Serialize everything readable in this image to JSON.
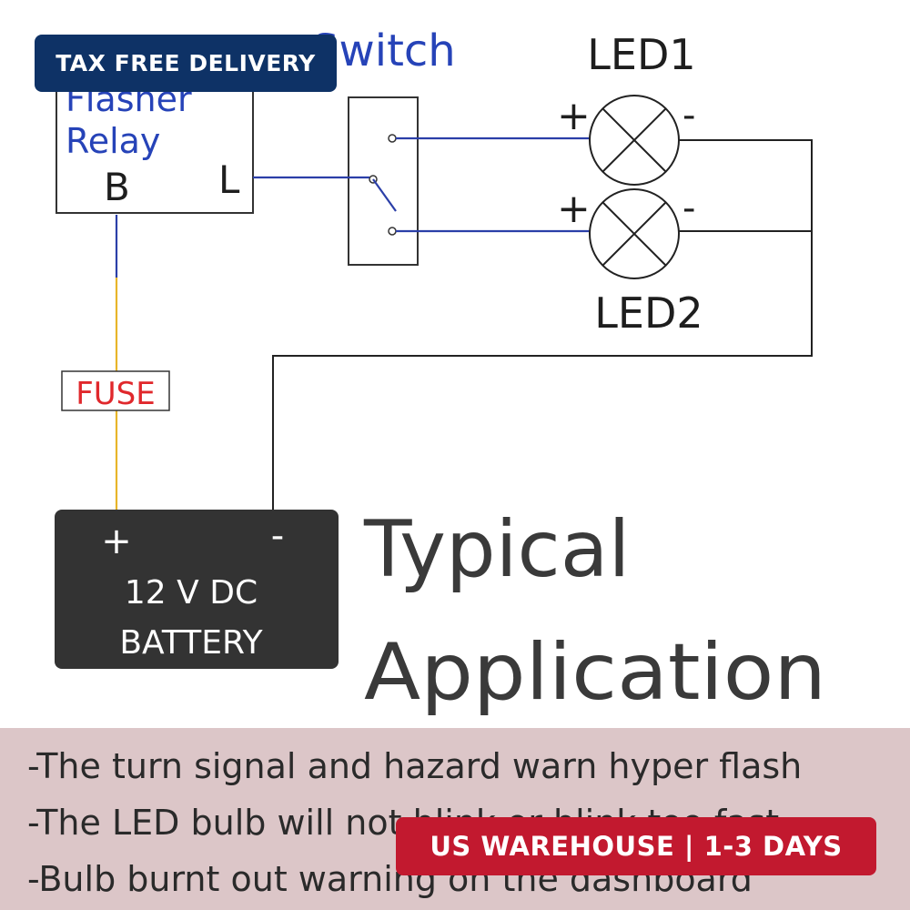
{
  "badges": {
    "top": "TAX FREE DELIVERY",
    "bottom": "US WAREHOUSE | 1-3 DAYS"
  },
  "relay": {
    "line1": "Flasher",
    "line2": "Relay",
    "terminal_b": "B",
    "terminal_l": "L"
  },
  "switch_label": "Switch",
  "led1": {
    "label": "LED1",
    "plus": "+",
    "minus": "-"
  },
  "led2": {
    "label": "LED2",
    "plus": "+",
    "minus": "-"
  },
  "fuse_label": "FUSE",
  "battery": {
    "plus": "+",
    "minus": "-",
    "line1": "12 V DC",
    "line2": "BATTERY"
  },
  "heading": {
    "line1": "Typical",
    "line2": "Application"
  },
  "notes": [
    "-The turn signal and hazard warn hyper flash",
    "-The LED bulb will not blink or blink too fast",
    "-Bulb burnt out warning on the dashboard"
  ],
  "colors": {
    "wire_blue": "#2b3fa8",
    "wire_yellow": "#e8b52a",
    "fuse_red": "#e0282c",
    "badge_navy": "#0e3266",
    "badge_red": "#c2192f",
    "battery_fill": "#333333",
    "panel_pink": "#dcc6c8"
  }
}
